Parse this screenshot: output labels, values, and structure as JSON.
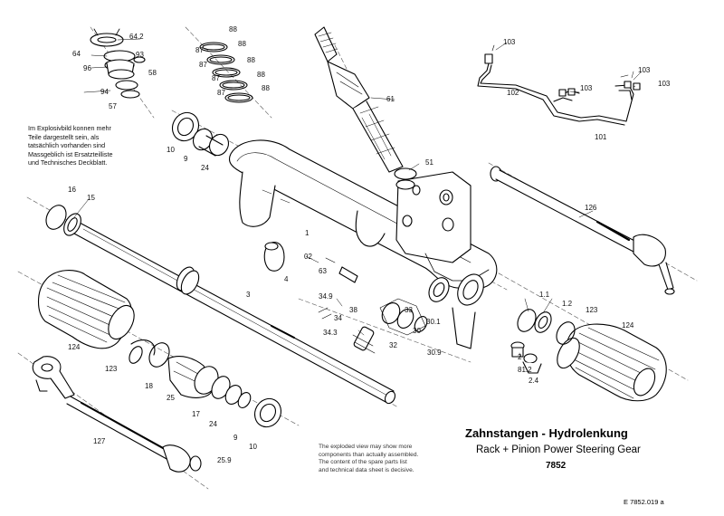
{
  "title": "Zahnstangen - Hydrolenkung",
  "subtitle": "Rack + Pinion Power Steering Gear",
  "part_number": "7852",
  "drawing_code": "E 7852.019 a",
  "note_de": "Im Explosivbild konnen mehr\nTeile dargestellt sein, als\ntatsächlich vorhanden sind\nMassgeblich ist Ersatzteilliste\nund Technisches Deckblatt.",
  "note_en": "The exploded view may show more\ncomponents than actually assembled.\nThe content of the spare parts list\nand technical data sheet is decisive.",
  "callouts": [
    "64.2",
    "64",
    "96",
    "93",
    "58",
    "94",
    "57",
    "88",
    "88",
    "87",
    "88",
    "87",
    "88",
    "87",
    "88",
    "87",
    "61",
    "103",
    "103",
    "102",
    "103",
    "103",
    "101",
    "10",
    "9",
    "24",
    "51",
    "126",
    "16",
    "15",
    "1",
    "02",
    "63",
    "4",
    "3",
    "34.9",
    "38",
    "34",
    "34.3",
    "33",
    "30.1",
    "32",
    "30",
    "30.9",
    "1.1",
    "1.2",
    "123",
    "124",
    "124",
    "123",
    "2",
    "81.2",
    "2.4",
    "18",
    "25",
    "17",
    "24",
    "9",
    "10",
    "127",
    "25.9"
  ]
}
